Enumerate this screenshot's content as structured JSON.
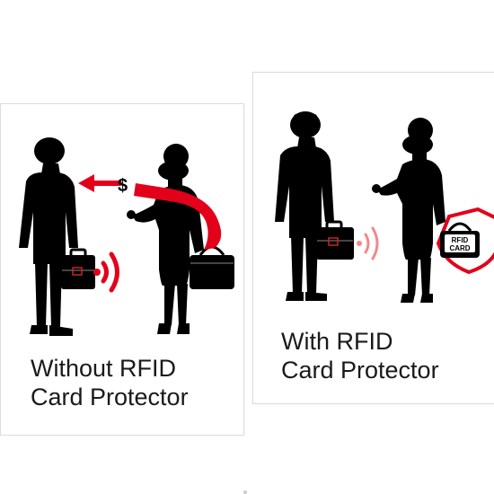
{
  "panels": [
    {
      "id": "without",
      "caption": "Without RFID\nCard Protector",
      "money_symbol": "$"
    },
    {
      "id": "with",
      "caption": "With RFID\nCard Protector",
      "shield_label_line1": "RFID",
      "shield_label_line2": "CARD"
    }
  ],
  "colors": {
    "silhouette": "#000000",
    "accent_red": "#e3001b",
    "signal_pink": "#f08a8a",
    "background": "#ffffff"
  }
}
